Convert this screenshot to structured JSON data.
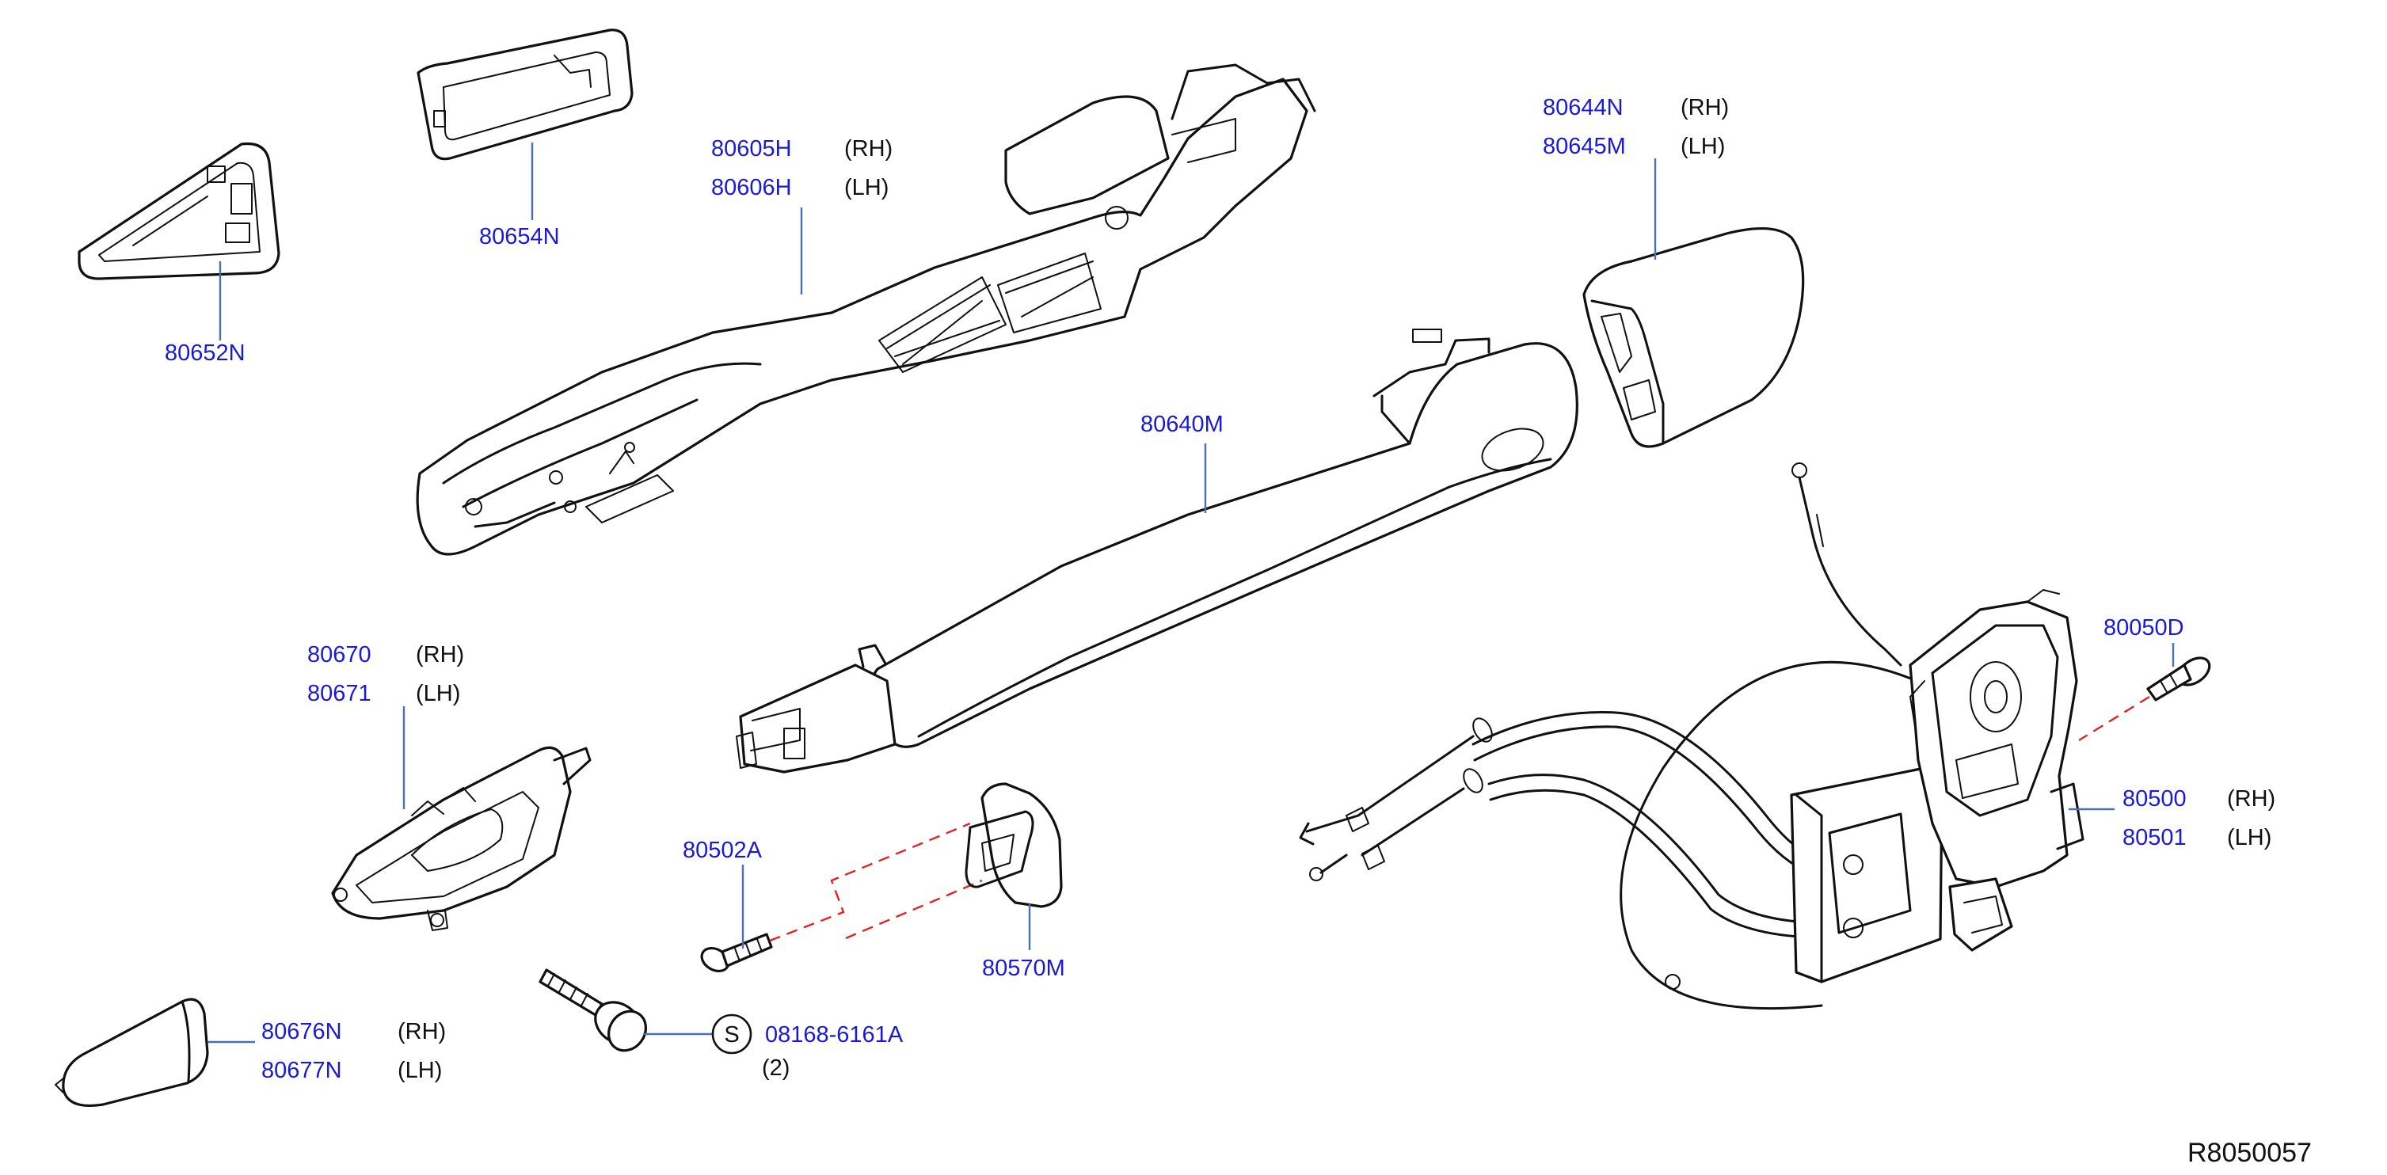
{
  "parts": {
    "p80652N": {
      "number": "80652N"
    },
    "p80654N": {
      "number": "80654N"
    },
    "p80605H": {
      "number": "80605H",
      "side": "(RH)"
    },
    "p80606H": {
      "number": "80606H",
      "side": "(LH)"
    },
    "p80644N": {
      "number": "80644N",
      "side": "(RH)"
    },
    "p80645M": {
      "number": "80645M",
      "side": "(LH)"
    },
    "p80640M": {
      "number": "80640M"
    },
    "p80670": {
      "number": "80670",
      "side": "(RH)"
    },
    "p80671": {
      "number": "80671",
      "side": "(LH)"
    },
    "p80050D": {
      "number": "80050D"
    },
    "p80500": {
      "number": "80500",
      "side": "(RH)"
    },
    "p80501": {
      "number": "80501",
      "side": "(LH)"
    },
    "p80502A": {
      "number": "80502A"
    },
    "p80570M": {
      "number": "80570M"
    },
    "p80676N": {
      "number": "80676N",
      "side": "(RH)"
    },
    "p80677N": {
      "number": "80677N",
      "side": "(LH)"
    },
    "p08168": {
      "number": "08168-6161A",
      "symbol": "S",
      "qty": "(2)"
    }
  },
  "reference_code": "R8050057",
  "colors": {
    "part_number": "#1a1ad6",
    "leader_line": "#4a6fb5",
    "dashed_line": "#e02424",
    "outline": "#111111"
  }
}
